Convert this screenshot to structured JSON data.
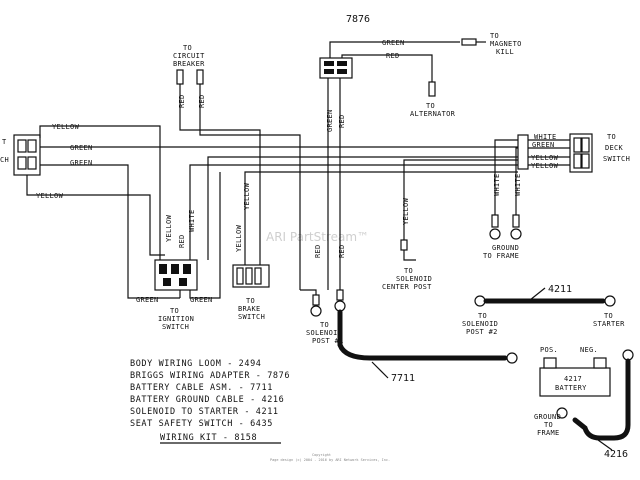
{
  "watermark": "ARI PartStream™",
  "copyright": {
    "line1": "Copyright",
    "line2": "Page design (c) 2004 - 2016 by ARI Network Services, Inc."
  },
  "part_numbers": {
    "adapter": "7876",
    "battery_cable": "7711",
    "ground_cable": "4216",
    "starter_cable": "4211"
  },
  "labels": {
    "to_circuit_breaker": [
      "TO",
      "CIRCUIT",
      "BREAKER"
    ],
    "to_magneto_kill": [
      "TO",
      "MAGNETO",
      "KILL"
    ],
    "to_alternator": [
      "TO",
      "ALTERNATOR"
    ],
    "to_deck_switch": [
      "TO",
      "DECK",
      "SWITCH"
    ],
    "ground_to_frame_top": [
      "GROUND",
      "TO FRAME"
    ],
    "to_solenoid_center_post": [
      "TO",
      "SOLENOID",
      "CENTER POST"
    ],
    "to_ignition_switch": [
      "TO",
      "IGNITION",
      "SWITCH"
    ],
    "to_brake_switch": [
      "TO",
      "BRAKE",
      "SWITCH"
    ],
    "to_solenoid_post1": [
      "TO",
      "SOLENOID",
      "POST #1"
    ],
    "to_solenoid_post2": [
      "TO",
      "SOLENOID",
      "POST #2"
    ],
    "to_starter": [
      "TO",
      "STARTER"
    ],
    "ground_to_frame_bottom": [
      "GROUND",
      "TO",
      "FRAME"
    ],
    "left_edge_switch": [
      "T",
      "CH"
    ]
  },
  "wire_colors": {
    "yellow": "YELLOW",
    "green": "GREEN",
    "red": "RED",
    "white": "WHITE"
  },
  "battery": {
    "pos": "POS.",
    "neg": "NEG.",
    "number": "4217",
    "name": "BATTERY"
  },
  "parts_list": [
    "BODY WIRING LOOM - 2494",
    "BRIGGS WIRING ADAPTER - 7876",
    "BATTERY CABLE ASM. - 7711",
    "BATTERY GROUND CABLE - 4216",
    "SOLENOID TO STARTER - 4211",
    "SEAT SAFETY SWITCH - 6435"
  ],
  "wiring_kit": "WIRING KIT - 8158"
}
